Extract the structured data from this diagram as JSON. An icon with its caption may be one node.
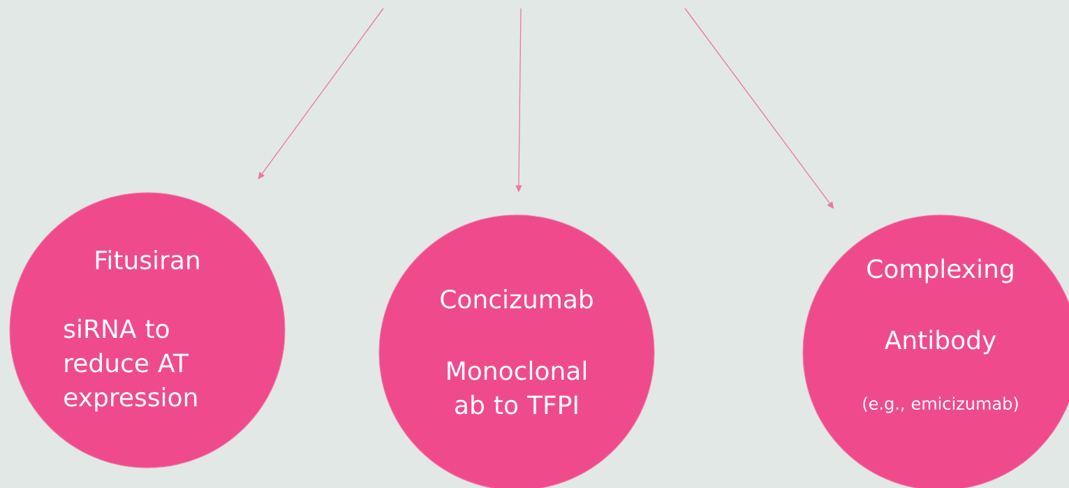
{
  "diagram": {
    "nodes": [
      {
        "text": [
          "Fitusiran",
          "siRNA to reduce AT expression"
        ]
      },
      {
        "text": [
          "Concizumab",
          "Monoclonal ab to TFPI"
        ]
      },
      {
        "text": [
          "Complexing",
          "Antibody",
          "(e.g., emicizumab)"
        ]
      }
    ],
    "edges": [
      {
        "from": null,
        "to": 0,
        "arrow": "to"
      },
      {
        "from": null,
        "to": 1,
        "arrow": "to"
      },
      {
        "from": null,
        "to": 2,
        "arrow": "to"
      }
    ]
  }
}
